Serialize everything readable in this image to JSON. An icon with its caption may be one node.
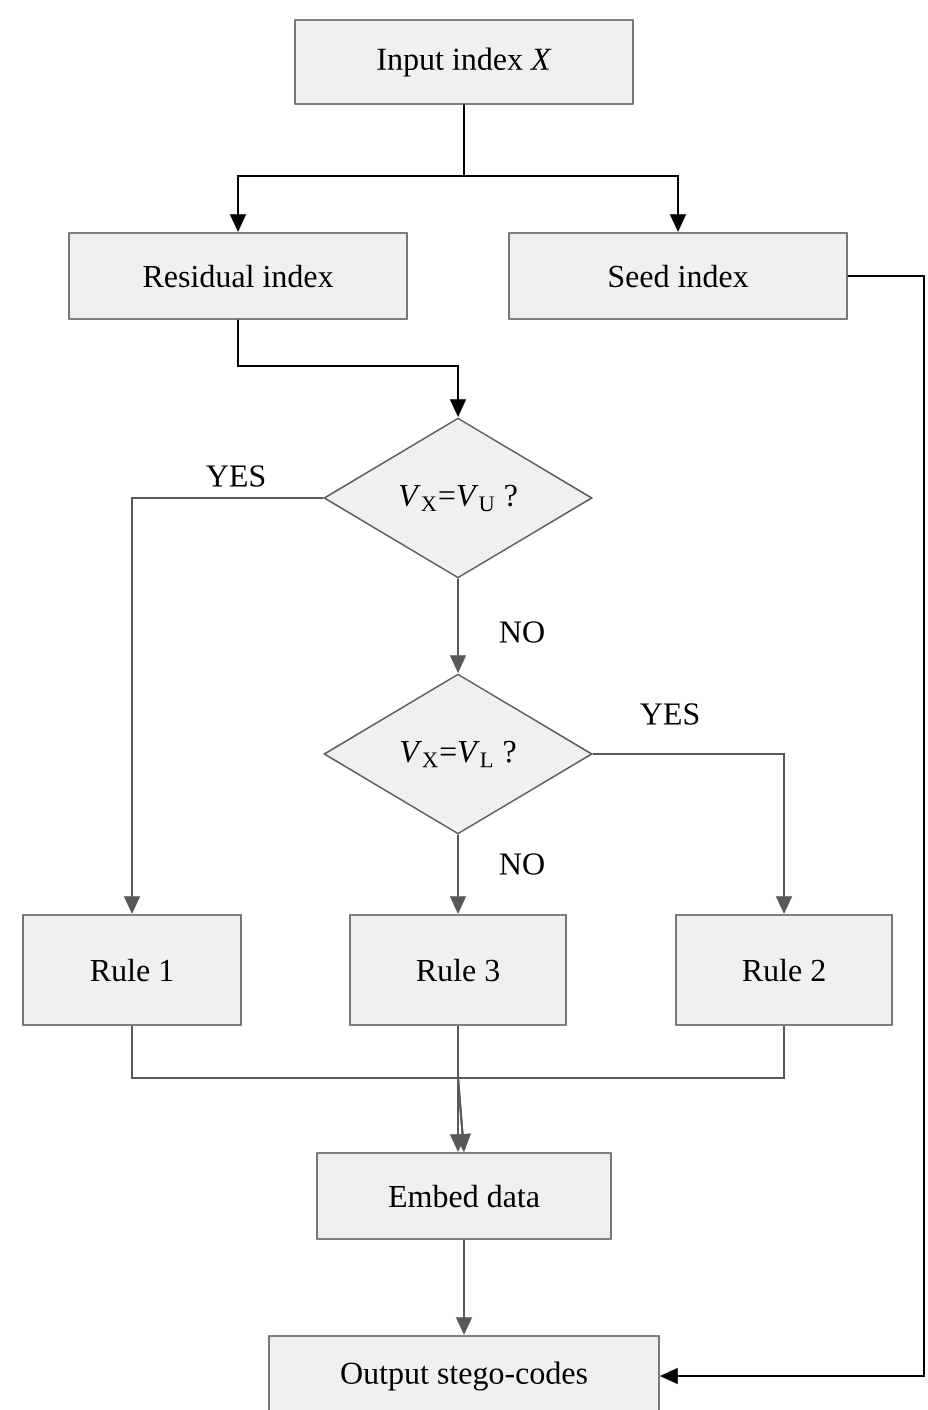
{
  "diagram": {
    "nodes": [
      {
        "text": [
          "Input index *X*"
        ]
      },
      {
        "text": [
          "Residual index"
        ]
      },
      {
        "text": [
          "Seed index"
        ]
      },
      {
        "text": [
          "*V*$_{X}$=*V*$_{U}$ ?"
        ]
      },
      {
        "text": [
          "*V*$_{X}$=*V*$_{L}$ ?"
        ]
      },
      {
        "text": [
          "Rule 1"
        ]
      },
      {
        "text": [
          "Rule 3"
        ]
      },
      {
        "text": [
          "Rule 2"
        ]
      },
      {
        "text": [
          "Embed data"
        ]
      },
      {
        "text": [
          "Output stego-codes"
        ]
      }
    ],
    "edges": [
      {
        "from": 0,
        "to": 1,
        "arrow": "to",
        "color": "#000000"
      },
      {
        "from": 0,
        "to": 2,
        "arrow": "to",
        "color": "#000000"
      },
      {
        "from": 1,
        "to": 3,
        "arrow": "to",
        "color": "#000000"
      },
      {
        "from": 3,
        "to": 5,
        "arrow": "to",
        "label": "YES"
      },
      {
        "from": 3,
        "to": 4,
        "arrow": "to",
        "label": "NO"
      },
      {
        "from": 4,
        "to": 7,
        "arrow": "to",
        "label": "YES"
      },
      {
        "from": 4,
        "to": 6,
        "arrow": "to",
        "label": "NO"
      },
      {
        "from": 5,
        "to": 8,
        "arrow": "to"
      },
      {
        "from": 6,
        "to": 8,
        "arrow": "to"
      },
      {
        "from": 7,
        "to": 8,
        "arrow": "to"
      },
      {
        "from": 8,
        "to": 9,
        "arrow": "to"
      },
      {
        "from": 2,
        "to": 9,
        "arrow": "to",
        "color": "#000000"
      }
    ]
  }
}
